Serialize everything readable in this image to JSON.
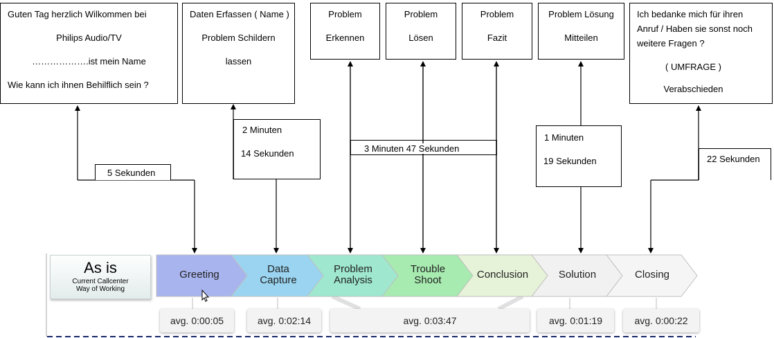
{
  "top_boxes": {
    "greeting": {
      "line1": "Guten Tag herzlich Wilkommen bei",
      "line2": "Philips Audio/TV",
      "line3": "……………….ist mein Name",
      "line4": "Wie kann ich ihnen Behilflich sein ?"
    },
    "data_capture": {
      "line1": "Daten Erfassen ( Name )",
      "line2": "Problem Schildern",
      "line3": "lassen"
    },
    "problem_recognize": {
      "line1": "Problem",
      "line2": "Erkennen"
    },
    "problem_solve": {
      "line1": "Problem",
      "line2": "Lösen"
    },
    "problem_conclusion": {
      "line1": "Problem",
      "line2": "Fazit"
    },
    "solution": {
      "line1": "Problem Lösung",
      "line2": "Mitteilen"
    },
    "closing": {
      "line1": "Ich bedanke mich für ihren",
      "line2": "Anruf / Haben sie sonst noch",
      "line3": "weitere Fragen ?",
      "line4": "( UMFRAGE )",
      "line5": "Verabschieden"
    }
  },
  "durations": {
    "greeting": "5 Sekunden",
    "data_capture_line1": "2 Minuten",
    "data_capture_line2": "14   Sekunden",
    "problem": "3 Minuten   47 Sekunden",
    "solution_line1": "1 Minuten",
    "solution_line2": "19  Sekunden",
    "closing": "22 Sekunden"
  },
  "as_is": {
    "title": "As is",
    "subtitle_line1": "Current Callcenter",
    "subtitle_line2": "Way of Working"
  },
  "process_steps": [
    {
      "label1": "Greeting",
      "label2": "",
      "color": "#a8b4ee"
    },
    {
      "label1": "Data",
      "label2": "Capture",
      "color": "#9ad4f0"
    },
    {
      "label1": "Problem",
      "label2": "Analysis",
      "color": "#9fe8cf"
    },
    {
      "label1": "Trouble",
      "label2": "Shoot",
      "color": "#a7ebb0"
    },
    {
      "label1": "Conclusion",
      "label2": "",
      "color": "#e6f3d8"
    },
    {
      "label1": "Solution",
      "label2": "",
      "color": "#f1f1f1"
    },
    {
      "label1": "Closing",
      "label2": "",
      "color": "#f5f5f5"
    }
  ],
  "averages": {
    "greeting": "avg. 0:00:05",
    "data_capture": "avg. 0:02:14",
    "problem": "avg. 0:03:47",
    "solution": "avg. 0:01:19",
    "closing": "avg. 0:00:22"
  }
}
